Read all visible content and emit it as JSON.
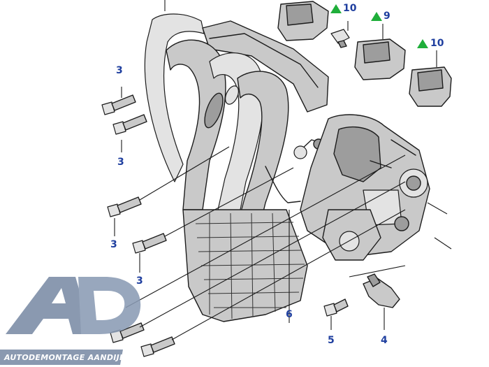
{
  "callouts": {
    "c3a": "3",
    "c3b": "3",
    "c3c": "3",
    "c3d": "3",
    "c4": "4",
    "c5": "5",
    "c6": "6",
    "c9": "9",
    "c10a": "10",
    "c10b": "10"
  },
  "watermark": {
    "logo_letters": "AD",
    "text": "AUTODEMONTAGE AANDIJK"
  },
  "colors": {
    "callout": "#1f3f9f",
    "triangle": "#1fae3a",
    "watermark": "#7a8ca6"
  }
}
